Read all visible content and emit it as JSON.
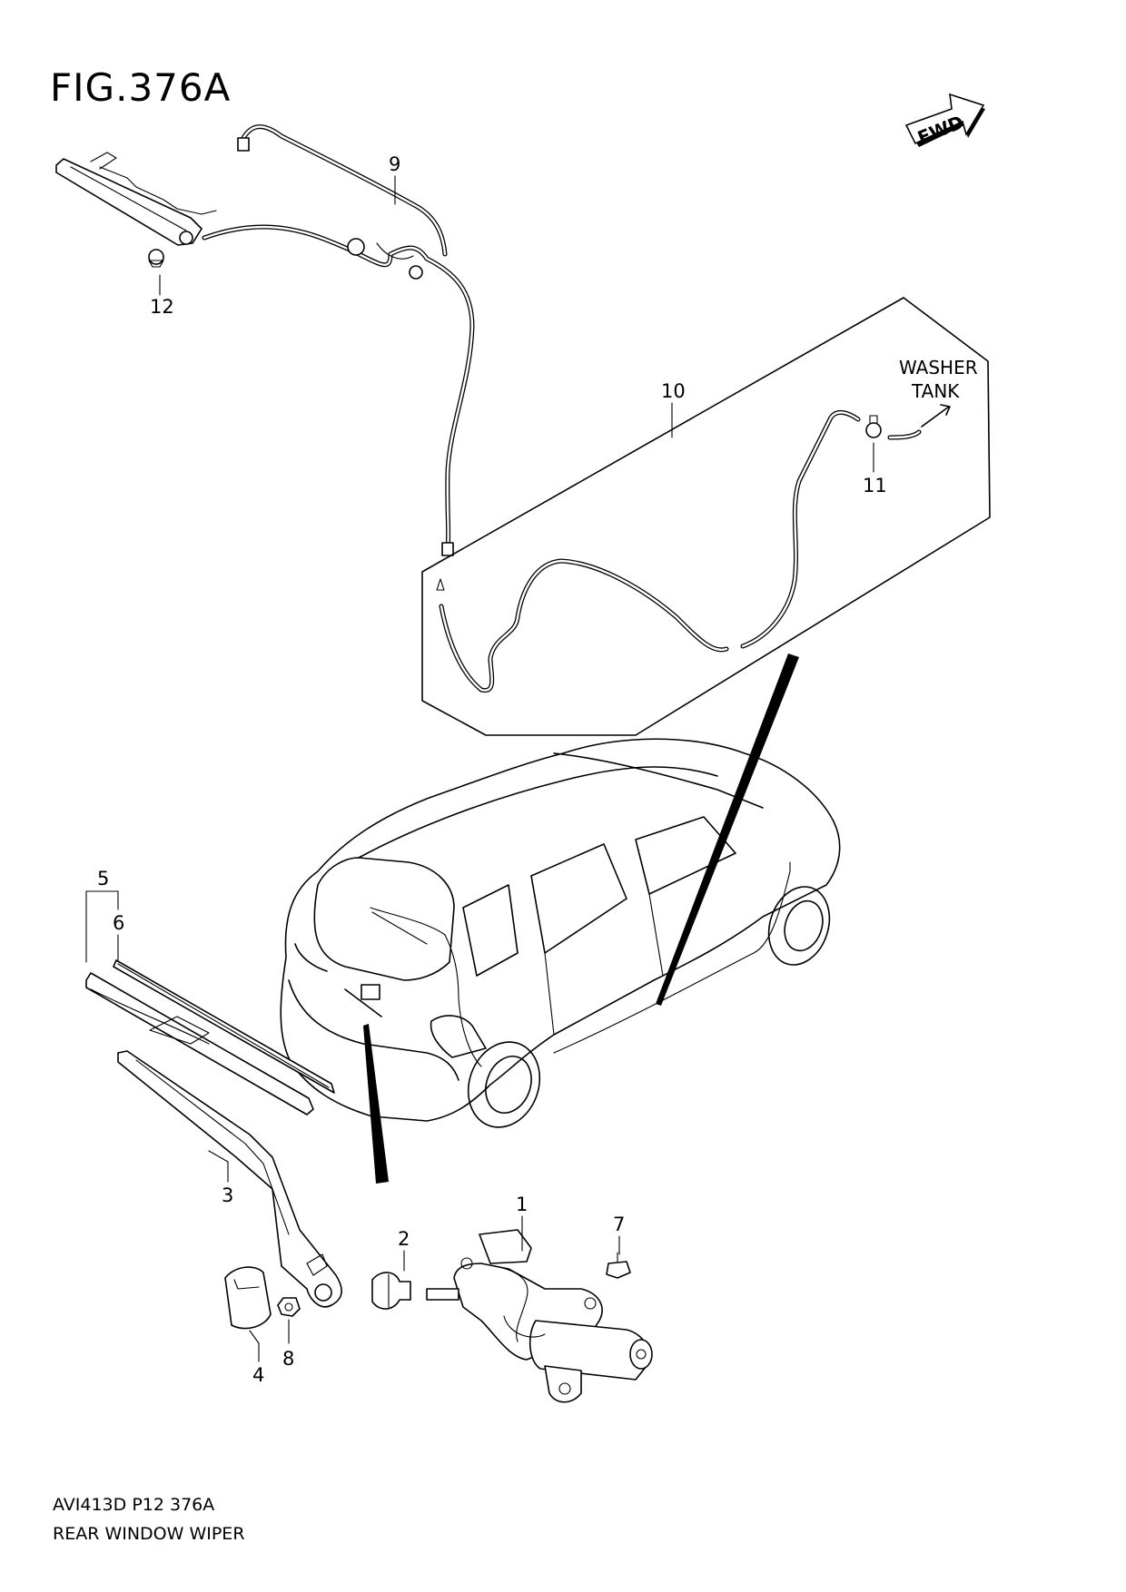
{
  "figure": {
    "title": "FIG.376A",
    "code": "AVI413D P12 376A",
    "name": "REAR WINDOW WIPER"
  },
  "fwd_badge": {
    "label": "FWD"
  },
  "washer_note": {
    "line1": "WASHER",
    "line2": "TANK"
  },
  "callouts": {
    "c1": "1",
    "c2": "2",
    "c3": "3",
    "c4": "4",
    "c5": "5",
    "c6": "6",
    "c7": "7",
    "c8": "8",
    "c9": "9",
    "c10": "10",
    "c11": "11",
    "c12": "12"
  }
}
